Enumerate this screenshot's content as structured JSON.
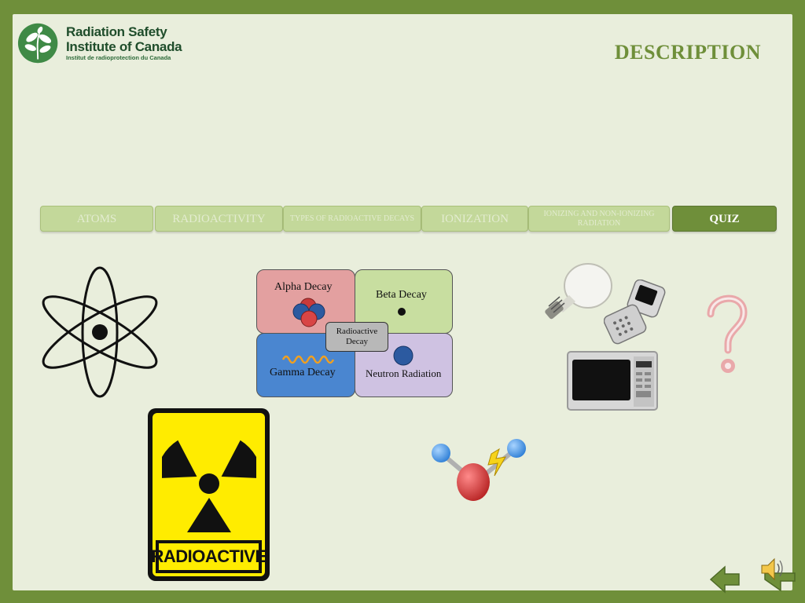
{
  "logo": {
    "line1": "Radiation Safety",
    "line2": "Institute of Canada",
    "line3": "Institut de radioprotection du Canada"
  },
  "page_title": "DESCRIPTION",
  "nav": {
    "tabs": [
      {
        "label": "ATOMS",
        "state": "inactive"
      },
      {
        "label": "RADIOACTIVITY",
        "state": "inactive"
      },
      {
        "label": "TYPES OF RADIOACTIVE DECAYS",
        "state": "inactive"
      },
      {
        "label": "IONIZATION",
        "state": "inactive"
      },
      {
        "label": "IONIZING AND NON-IONIZING RADIATION",
        "state": "inactive"
      },
      {
        "label": "QUIZ",
        "state": "active"
      }
    ]
  },
  "decay_diagram": {
    "alpha": "Alpha Decay",
    "beta": "Beta Decay",
    "gamma": "Gamma Decay",
    "neutron": "Neutron Radiation",
    "center": "Radioactive Decay"
  },
  "sign": {
    "label": "RADIOACTIVE"
  },
  "colors": {
    "frame": "#6f8f3a",
    "background": "#e9eedc",
    "tab_inactive": "#c3d89a",
    "tab_active": "#6f8f3a",
    "alpha": "#e3a0a0",
    "beta": "#c8dea0",
    "gamma": "#4a86d0",
    "neutron": "#cfc2e2"
  },
  "icons": [
    "atom-icon",
    "radiation-sign",
    "light-bulb-icon",
    "flip-phone-icon",
    "microwave-icon",
    "question-mark-icon",
    "molecule-icon",
    "back-arrow-icon",
    "speaker-icon"
  ]
}
